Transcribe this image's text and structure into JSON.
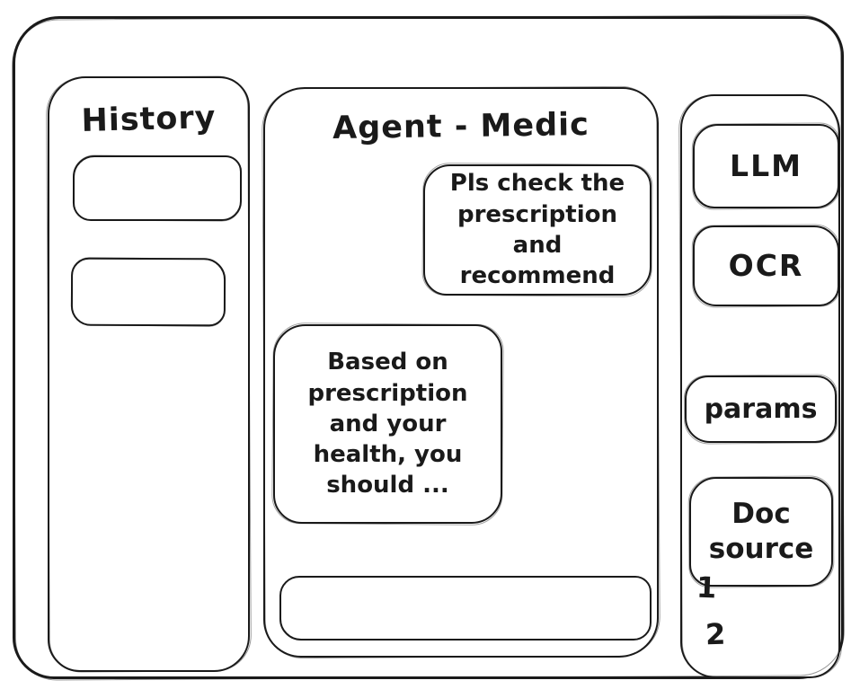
{
  "window": {
    "background": "#ffffff",
    "stroke_color": "#1a1a1a"
  },
  "history_panel": {
    "title": "History",
    "items": [
      "",
      ""
    ]
  },
  "chat_panel": {
    "title": "Agent - Medic",
    "messages": [
      {
        "role": "user",
        "text": "Pls check the prescription and recommend"
      },
      {
        "role": "assistant",
        "text": "Based on prescription and your health, you should ..."
      }
    ],
    "input": {
      "value": ""
    }
  },
  "tools_panel": {
    "buttons": [
      {
        "label": "LLM"
      },
      {
        "label": "OCR"
      },
      {
        "label": "params"
      },
      {
        "label": "Doc source"
      }
    ],
    "doc_list": [
      "1",
      "2"
    ]
  }
}
